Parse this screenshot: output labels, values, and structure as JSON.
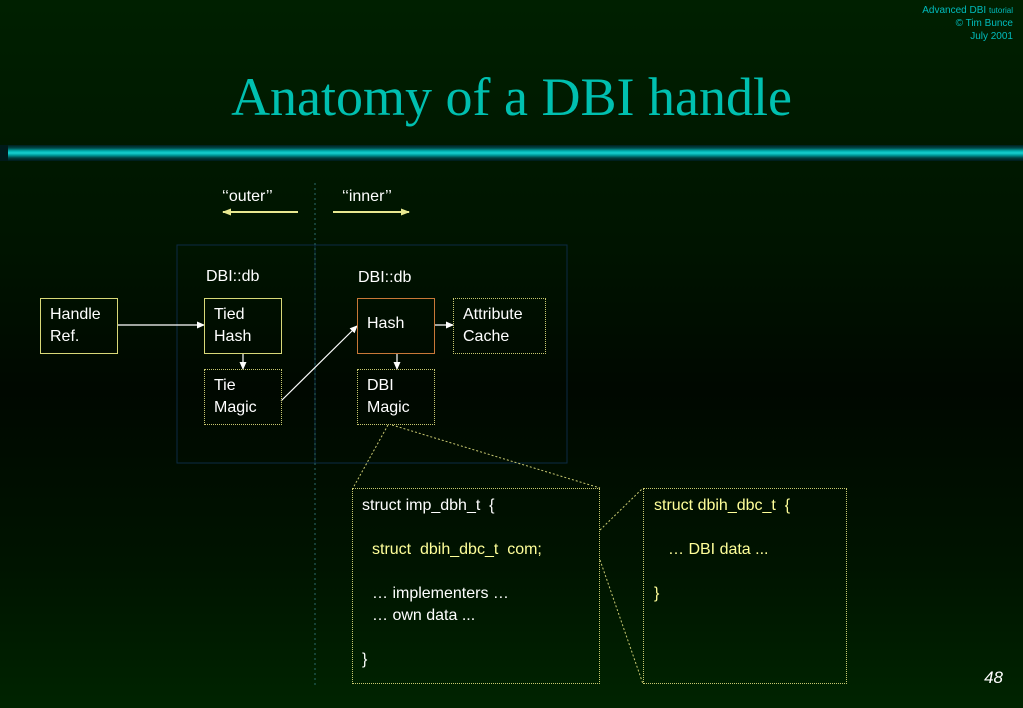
{
  "credits": {
    "line1_main": "Advanced DBI",
    "line1_small": "tutorial",
    "line2": "© Tim Bunce",
    "line3": "July 2001"
  },
  "title": "Anatomy of a DBI handle",
  "labels": {
    "outer": "‘‘outer’’",
    "inner": "‘‘inner’’",
    "outer_class": "DBI::db",
    "inner_class": "DBI::db"
  },
  "boxes": {
    "handle_ref": [
      "Handle",
      "Ref."
    ],
    "tied_hash": [
      "Tied",
      "Hash"
    ],
    "tie_magic": [
      "Tie",
      "Magic"
    ],
    "hash": [
      "Hash"
    ],
    "attribute_cache": [
      "Attribute",
      "Cache"
    ],
    "dbi_magic": [
      "DBI",
      "Magic"
    ]
  },
  "imp_struct": {
    "line1": "struct imp_dbh_t  {",
    "line2": "struct  dbih_dbc_t  com;",
    "line3": "… implementers …",
    "line4": "… own data ...",
    "line5": "}"
  },
  "dbc_struct": {
    "line1": "struct dbih_dbc_t  {",
    "line2": "… DBI data ...",
    "line3": "}"
  },
  "page_number": "48",
  "colors": {
    "title": "#00c0b0",
    "credits": "#00bcbc",
    "code_yellow": "#ffff99",
    "arrow_yellow": "#e8e890",
    "box_orange": "#c87838"
  }
}
